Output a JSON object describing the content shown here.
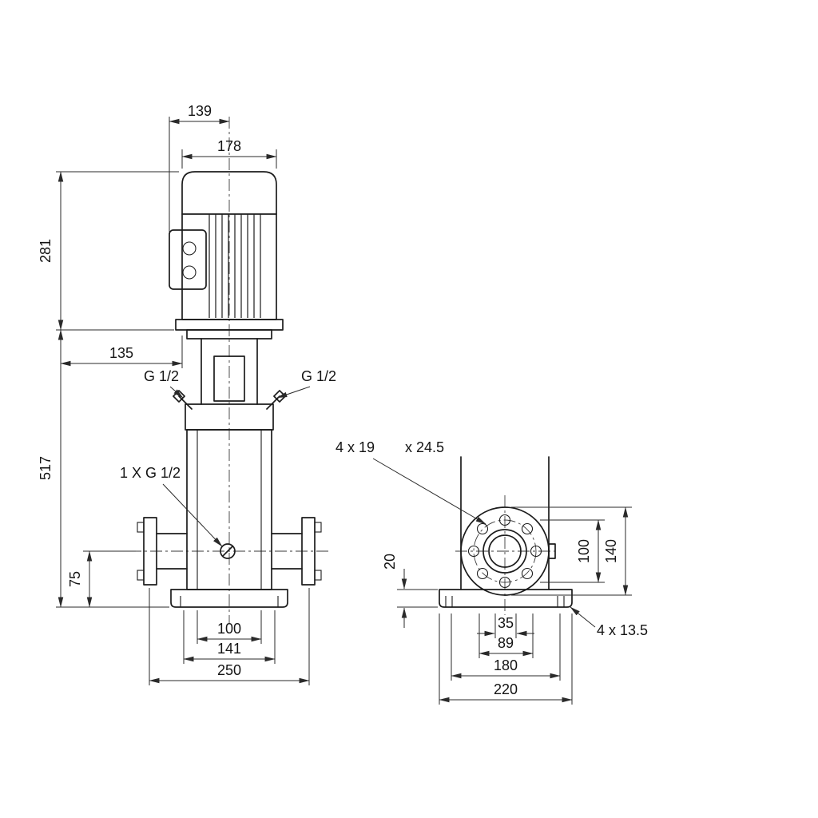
{
  "drawing": {
    "background": "#ffffff",
    "line_color": "#1c1c1c",
    "views": {
      "front": {
        "name": "pump-front-elevation",
        "dims": {
          "d139": "139",
          "d178": "178",
          "d281": "281",
          "d135": "135",
          "d517": "517",
          "d75": "75",
          "d100": "100",
          "d141": "141",
          "d250": "250"
        },
        "labels": {
          "gauge_left": "G 1/2",
          "gauge_right": "G 1/2",
          "drain": "1 X G 1/2"
        }
      },
      "side": {
        "name": "pump-side-elevation",
        "dims": {
          "d20": "20",
          "d100": "100",
          "d140": "140",
          "d35": "35",
          "d89": "89",
          "d180": "180",
          "d220": "220"
        },
        "labels": {
          "flange_holes": "4 x 19",
          "flange_counterbore": "x 24.5",
          "base_holes": "4 x 13.5"
        }
      }
    }
  }
}
